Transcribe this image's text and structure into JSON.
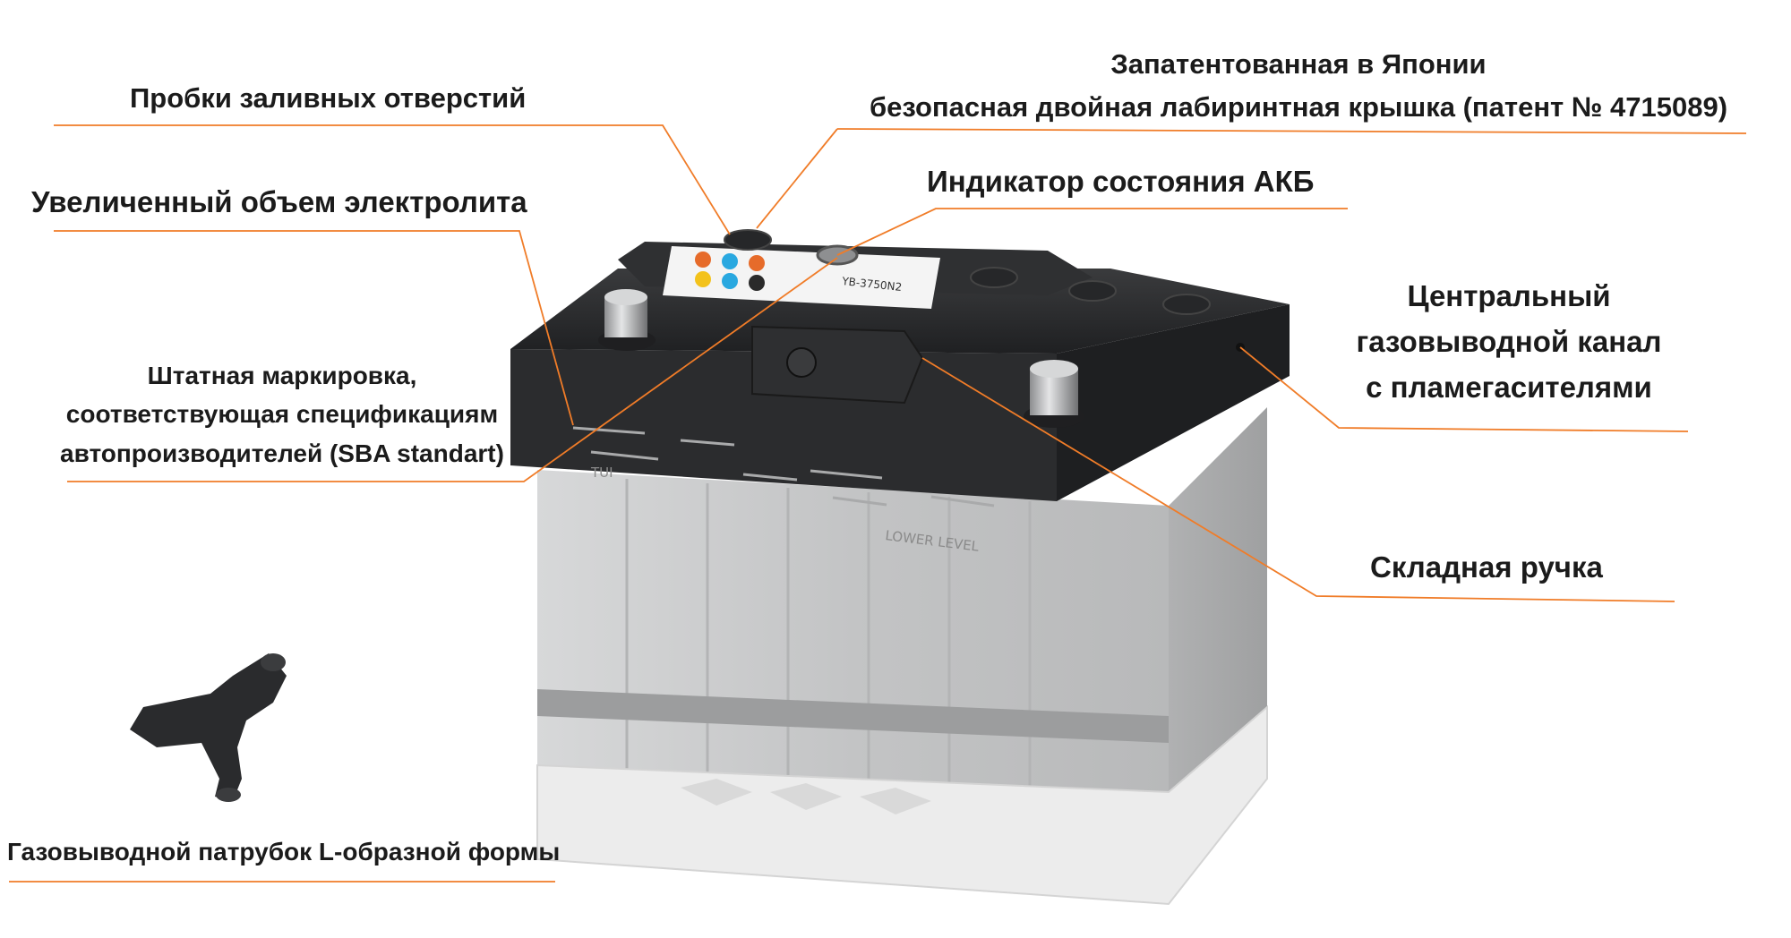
{
  "labels": {
    "filler_caps": "Пробки заливных отверстий",
    "japan_patent_line1": "Запатентованная в Японии",
    "japan_patent_line2": "безопасная двойная лабиринтная крышка (патент № 4715089)",
    "charge_indicator": "Индикатор состояния АКБ",
    "electrolyte_volume": "Увеличенный объем электролита",
    "central_vent_line1": "Центральный",
    "central_vent_line2": "газовыводной канал",
    "central_vent_line3": "с пламегасителями",
    "marking_line1": "Штатная маркировка,",
    "marking_line2": "соответствующая спецификациям",
    "marking_line3": "автопроизводителей (SBA standart)",
    "folding_handle": "Складная ручка",
    "l_vent_tube": "Газовыводной патрубок L-образной формы"
  },
  "battery_markings": {
    "brand": "TUI",
    "lower_level": "LOWER LEVEL",
    "model": "YB-3750N2"
  },
  "colors": {
    "leader_line": "#f07c28",
    "lid": "#2a2b2d",
    "case": "#c9cacb"
  }
}
